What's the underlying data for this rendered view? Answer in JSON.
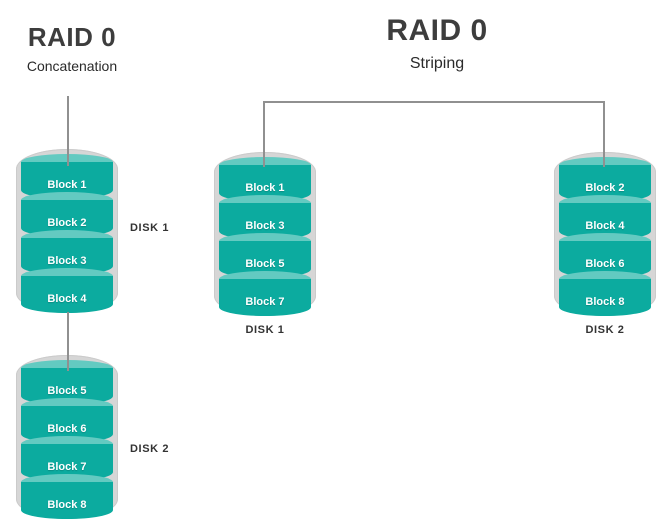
{
  "colors": {
    "background": "#ffffff",
    "block_fill": "#0cab9f",
    "block_top_fill": "#63cac1",
    "disk_shell": "#d6d6d6",
    "disk_shell_edge": "#cbcbcb",
    "connector": "#909090",
    "heading": "#3d3d3d",
    "subheading": "#2a2a2a",
    "disk_label": "#333333",
    "block_text": "#ffffff"
  },
  "sections": {
    "concatenation": {
      "title": "RAID 0",
      "subtitle": "Concatenation",
      "disks": [
        {
          "label": "DISK 1",
          "blocks": [
            "Block 1",
            "Block 2",
            "Block 3",
            "Block 4"
          ]
        },
        {
          "label": "DISK 2",
          "blocks": [
            "Block 5",
            "Block 6",
            "Block 7",
            "Block 8"
          ]
        }
      ]
    },
    "striping": {
      "title": "RAID 0",
      "subtitle": "Striping",
      "disks": [
        {
          "label": "DISK 1",
          "blocks": [
            "Block 1",
            "Block 3",
            "Block 5",
            "Block 7"
          ]
        },
        {
          "label": "DISK 2",
          "blocks": [
            "Block 2",
            "Block 4",
            "Block 6",
            "Block 8"
          ]
        }
      ]
    }
  }
}
